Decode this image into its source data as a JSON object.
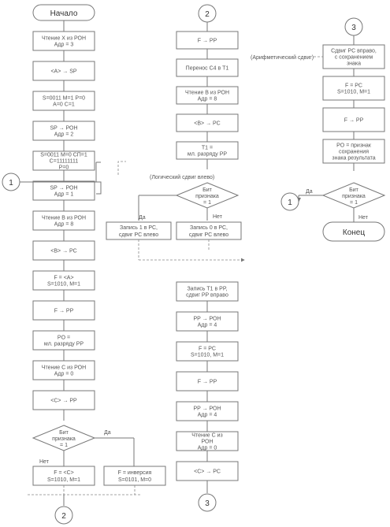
{
  "terminators": {
    "start": "Начало",
    "end": "Конец"
  },
  "connectors": {
    "c1a": "1",
    "c1b": "1",
    "c2a": "2",
    "c2b": "2",
    "c3a": "3",
    "c3b": "3"
  },
  "col1": [
    [
      "Чтение X из РОН",
      "Адр = 3"
    ],
    [
      "<A> → SP"
    ],
    [
      "S=0011 M=1 P=0",
      "А=0 С=1"
    ],
    [
      "SP → РОН",
      "Адр = 2"
    ],
    [
      "S=0011 M=0 СП=1",
      "С=11111111",
      "P=0"
    ],
    [
      "SP → РОН",
      "Адр = 1"
    ],
    [
      "Чтение B из РОН",
      "Адр = 8"
    ],
    [
      "<B> → РС"
    ],
    [
      "F = <A>",
      "S=1010, M=1"
    ],
    [
      "F → PP"
    ],
    [
      "PO =",
      "мл. разряду PP"
    ],
    [
      "Чтение C из РОН",
      "Адр = 0"
    ],
    [
      "<C> → PP"
    ]
  ],
  "col1_decision": [
    "Бит",
    "признака",
    "= 1"
  ],
  "col1_branch_left": [
    "F = <C>",
    "S=1010, M=1"
  ],
  "col1_branch_right": [
    "F = инверсия",
    "S=0101, M=0"
  ],
  "col2": [
    [
      "F → PP"
    ],
    [
      "Перенос C4 в T1"
    ],
    [
      "Чтение B из РОН",
      "Адр = 8"
    ],
    [
      "<B> → РС"
    ],
    [
      "T1 =",
      "мл. разряду PP"
    ]
  ],
  "col2_note": "(Логический сдвиг влево)",
  "col2_decision": [
    "Бит",
    "признака",
    "= 1"
  ],
  "col2_branch_left": [
    "Запись 1 в РС,",
    "сдвиг РС влево"
  ],
  "col2_branch_right": [
    "Запись 0 в РС,",
    "сдвиг РС влево"
  ],
  "col2_lower": [
    [
      "Запись T1 в PP,",
      "сдвиг PP вправо"
    ],
    [
      "PP → РОН",
      "Адр = 4"
    ],
    [
      "F = РС",
      "S=1010, M=1"
    ],
    [
      "F → PP"
    ],
    [
      "PP → РОН",
      "Адр = 4"
    ],
    [
      "Чтение C из",
      "РОН",
      "Адр = 0"
    ],
    [
      "<C> → РС"
    ]
  ],
  "col3_note": "(Арифметический сдвиг)",
  "col3": [
    [
      "Сдвиг PC вправо,",
      "с сохранением",
      "знака"
    ],
    [
      "F = РС",
      "S=1010, M=1"
    ],
    [
      "F → PP"
    ],
    [
      "PO = признак",
      "сохранения",
      "знака результата"
    ]
  ],
  "col3_decision": [
    "Бит",
    "признака",
    "= 1"
  ],
  "labels": {
    "yes": "Да",
    "no": "Нет"
  }
}
